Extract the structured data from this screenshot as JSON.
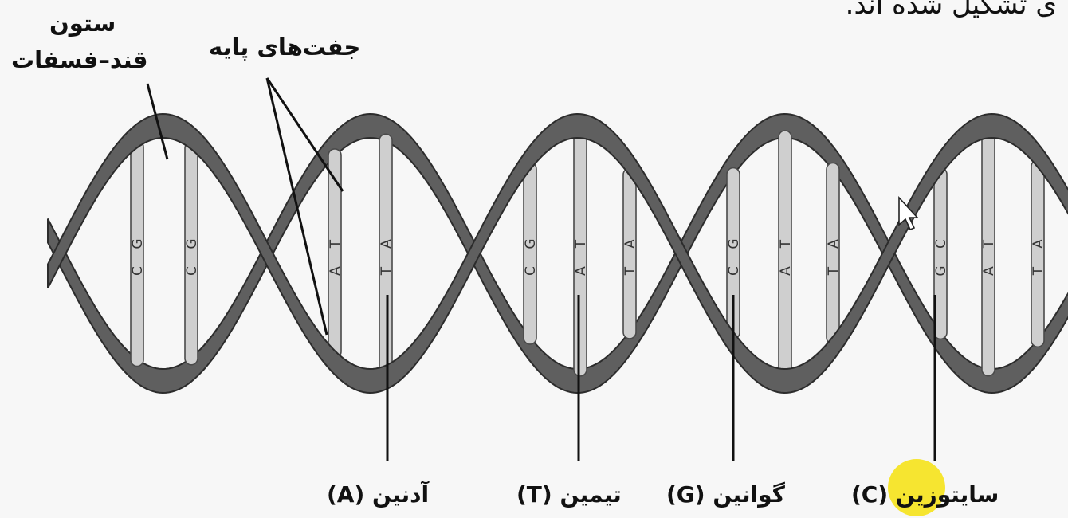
{
  "header": {
    "partial_sentence": "ی تشکیل شده اند."
  },
  "labels": {
    "backbone_line1": "ستون",
    "backbone_line2": "قند–فسفات",
    "base_pairs": "جفت‌های پایه",
    "adenine": "آدنین (A)",
    "thymine": "تیمین (T)",
    "guanine": "گوانین (G)",
    "cytosine": "سایتوزین (C)"
  },
  "rungs": [
    {
      "top": "G",
      "bottom": "C"
    },
    {
      "top": "G",
      "bottom": "C"
    },
    {
      "top": "T",
      "bottom": "A"
    },
    {
      "top": "A",
      "bottom": "T"
    },
    {
      "top": "G",
      "bottom": "C"
    },
    {
      "top": "T",
      "bottom": "A"
    },
    {
      "top": "A",
      "bottom": "T"
    },
    {
      "top": "G",
      "bottom": "C"
    },
    {
      "top": "T",
      "bottom": "A"
    },
    {
      "top": "A",
      "bottom": "T"
    },
    {
      "top": "C",
      "bottom": "G"
    },
    {
      "top": "T",
      "bottom": "A"
    },
    {
      "top": "A",
      "bottom": "T"
    }
  ],
  "colors": {
    "background": "#f7f7f7",
    "strand": "#5f5f5f",
    "strand_edge": "#2c2c2c",
    "rung": "#cfcfcf",
    "rung_edge": "#4a4a4a",
    "highlight": "#f5e21a"
  }
}
